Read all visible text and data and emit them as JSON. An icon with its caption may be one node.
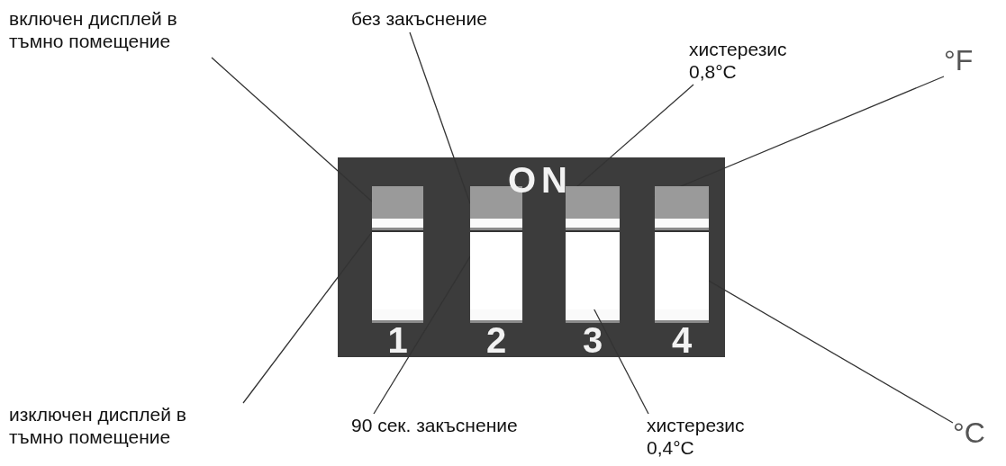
{
  "diagram": {
    "nodes": [
      {
        "text": [
          "включен дисплей в тъмно помещение"
        ]
      },
      {
        "text": [
          "без закъснение"
        ]
      },
      {
        "text": [
          "хистерезис 0,8°C"
        ]
      },
      {
        "text": [
          "°F"
        ]
      },
      {
        "text": [],
        "shape": "box"
      },
      {
        "text": [],
        "shape": "box"
      },
      {
        "text": [],
        "shape": "box"
      },
      {
        "text": [],
        "shape": "box"
      },
      {
        "text": [],
        "shape": "box"
      },
      {
        "text": [],
        "shape": "box"
      },
      {
        "text": [],
        "shape": "box"
      },
      {
        "text": [],
        "shape": "box"
      },
      {
        "text": [
          "изключен дисплей в тъмно помещение"
        ]
      },
      {
        "text": [
          "90 сек. закъснение"
        ]
      },
      {
        "text": [
          "хистерезис 0,4°C"
        ]
      },
      {
        "text": [
          "°C"
        ]
      }
    ],
    "edges": [
      {
        "from": 0,
        "to": 4,
        "arrow": "none"
      },
      {
        "from": 1,
        "to": 6,
        "arrow": "none"
      },
      {
        "from": 2,
        "to": 8,
        "arrow": "none"
      },
      {
        "from": 3,
        "to": 10,
        "arrow": "none"
      },
      {
        "from": 12,
        "to": 5,
        "arrow": "none"
      },
      {
        "from": 13,
        "to": 7,
        "arrow": "none"
      },
      {
        "from": 14,
        "to": 9,
        "arrow": "none"
      },
      {
        "from": 15,
        "to": 11,
        "arrow": "none"
      }
    ],
    "labels": [
      "ON",
      "1",
      "2",
      "3",
      "4"
    ]
  }
}
